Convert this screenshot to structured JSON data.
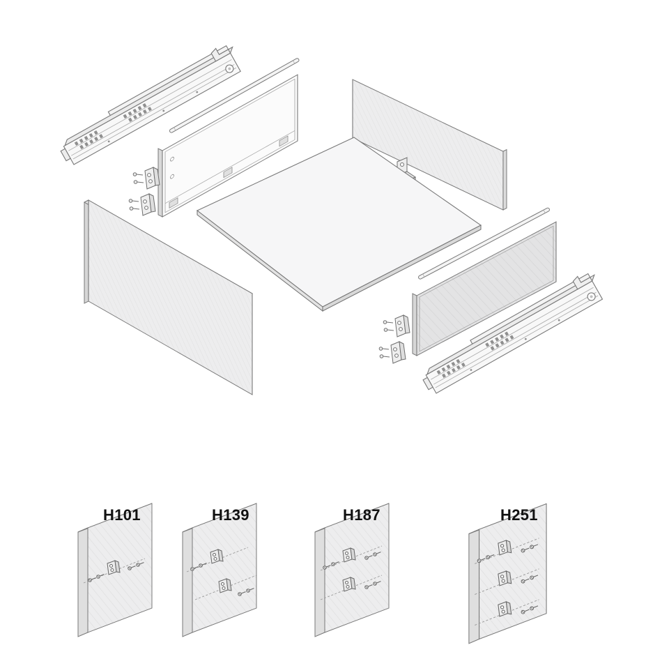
{
  "colors": {
    "line": "#787878",
    "line_soft": "#9f9f9f",
    "panel_light": "#ededee",
    "panel_dark": "#e3e3e4",
    "fill_white": "#f8f8f8",
    "label_text": "#111111"
  },
  "variants": [
    {
      "label": "H101"
    },
    {
      "label": "H139"
    },
    {
      "label": "H187"
    },
    {
      "label": "H251"
    }
  ]
}
